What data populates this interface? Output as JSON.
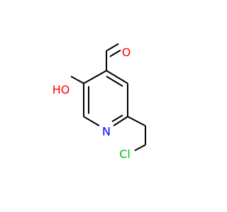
{
  "molecule": {
    "colors": {
      "bond": "#000000",
      "oxygen": "#ff0000",
      "nitrogen": "#0000ff",
      "chlorine": "#00c000"
    },
    "atoms": {
      "aldehyde_oxygen": "O",
      "hydroxyl": "HO",
      "ring_nitrogen": "N",
      "chlorine": "Cl"
    }
  }
}
